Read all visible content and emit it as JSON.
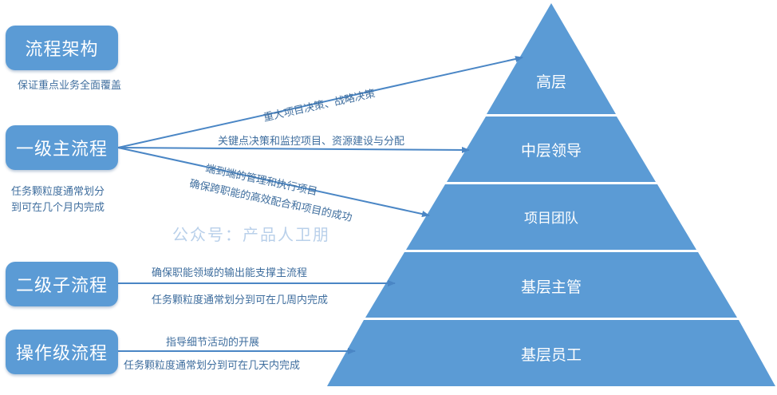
{
  "levels": [
    {
      "title": "流程架构",
      "note": "保证重点业务全面覆盖"
    },
    {
      "title": "一级主流程",
      "note": "任务颗粒度通常划分\n到可在几个月内完成"
    },
    {
      "title": "二级子流程",
      "note": ""
    },
    {
      "title": "操作级流程",
      "note": ""
    }
  ],
  "arrow_labels": {
    "strategic": "重大项目决策、战略决策",
    "key_decisions": "关键点决策和监控项目、资源建设与分配",
    "end_to_end": "端到端的管理和执行项目",
    "cross_functional": "确保跨职能的高效配合和项目的成功",
    "sub_support": "确保职能领域的输出能支撑主流程",
    "sub_granularity": "任务颗粒度通常划分到可在几周内完成",
    "op_guide": "指导细节活动的开展",
    "op_granularity": "任务颗粒度通常划分到可在几天内完成"
  },
  "pyramid_tiers": [
    "高层",
    "中层领导",
    "项目团队",
    "基层主管",
    "基层员工"
  ],
  "watermark": "公众号：产品人卫朋",
  "colors": {
    "fill": "#5b9bd5",
    "line": "#4a86c5",
    "text": "#3f6e9e"
  }
}
